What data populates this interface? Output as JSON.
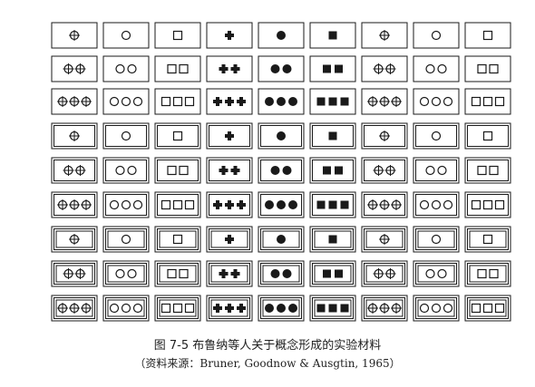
{
  "figure": {
    "caption": "图 7-5   布鲁纳等人关于概念形成的实验材料",
    "source": "（资料来源：Bruner, Goodnow & Ausgtin, 1965）"
  },
  "dimensions": {
    "shapes": [
      "cross-circle",
      "circle",
      "square",
      "cross",
      "disc",
      "filled-square"
    ],
    "counts": [
      1,
      2,
      3
    ],
    "borders": [
      1,
      2,
      3
    ]
  },
  "colors": {
    "ink": "#1a1a1a",
    "paper": "#ffffff"
  }
}
